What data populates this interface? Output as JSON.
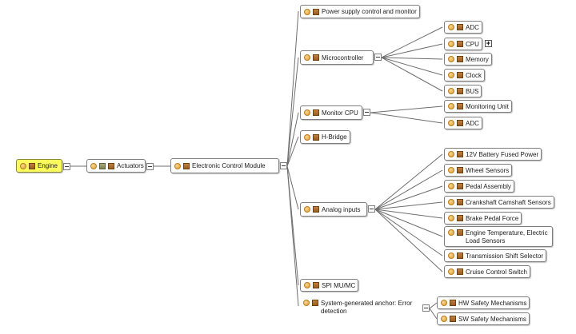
{
  "diagram": {
    "type": "tree",
    "title": "Engine system decomposition tree",
    "colors": {
      "background": "#ffffff",
      "node_fill": "#ffffff",
      "node_border": "#7f7f7f",
      "selected_node_fill": "#fbfb5e",
      "connector_line": "#6e6e6e",
      "icon_circle": "#e09b2d",
      "icon_square": "#9a5d20"
    },
    "plus_glyph": "+"
  },
  "nodes": {
    "engine": {
      "label": "Engine",
      "selected": true
    },
    "actuators": {
      "label": "Actuators"
    },
    "ecm": {
      "label": "Electronic Control Module"
    },
    "power_supply": {
      "label": "Power supply control and monitor"
    },
    "microcontroller": {
      "label": "Microcontroller"
    },
    "adc_mc": {
      "label": "ADC"
    },
    "cpu": {
      "label": "CPU"
    },
    "memory": {
      "label": "Memory"
    },
    "clock": {
      "label": "Clock"
    },
    "bus": {
      "label": "BUS"
    },
    "monitor_cpu": {
      "label": "Monitor CPU"
    },
    "monitoring_unit": {
      "label": "Monitoring Unit"
    },
    "adc_monitor": {
      "label": "ADC"
    },
    "h_bridge": {
      "label": "H-Bridge"
    },
    "analog_inputs": {
      "label": "Analog inputs"
    },
    "battery_power": {
      "label": "12V Battery Fused Power"
    },
    "wheel_sensors": {
      "label": "Wheel Sensors"
    },
    "pedal_assembly": {
      "label": "Pedal Assembly"
    },
    "crankshaft_sensors": {
      "label": "Crankshaft Camshaft Sensors"
    },
    "brake_pedal": {
      "label": "Brake Pedal Force"
    },
    "engine_temp": {
      "label": "Engine Temperature, Electric Load Sensors"
    },
    "transmission": {
      "label": "Transmission Shift Selector"
    },
    "cruise_control": {
      "label": "Cruise Control Switch"
    },
    "spi": {
      "label": "SPI MU/MC"
    },
    "anchor": {
      "label": "System-generated anchor: Error detection"
    },
    "hw_safety": {
      "label": "HW Safety Mechanisms"
    },
    "sw_safety": {
      "label": "SW Safety Mechanisms"
    }
  }
}
